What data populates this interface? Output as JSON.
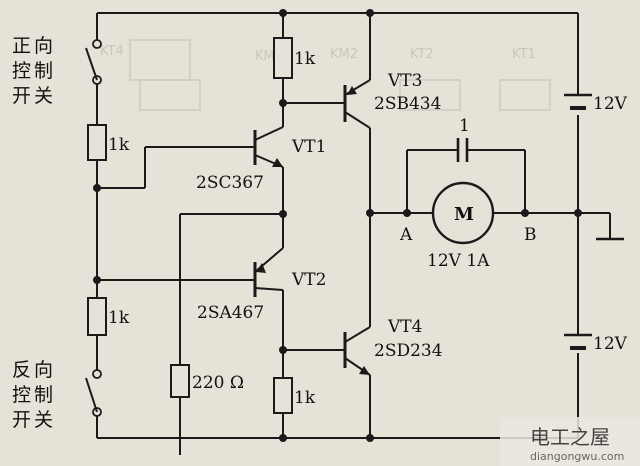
{
  "labels": {
    "forward_switch": [
      "正",
      "向",
      "控",
      "制",
      "开",
      "关"
    ],
    "reverse_switch": [
      "反",
      "向",
      "控",
      "制",
      "开",
      "关"
    ],
    "r_1k_left_top": "1k",
    "r_1k_left_bottom": "1k",
    "r_1k_top": "1k",
    "r_1k_bottom": "1k",
    "r_220": "220 Ω",
    "vt1": "VT1",
    "vt1_part": "2SC367",
    "vt2": "VT2",
    "vt2_part": "2SA467",
    "vt3": "VT3",
    "vt3_part": "2SB434",
    "vt4": "VT4",
    "vt4_part": "2SD234",
    "cap": "1",
    "motor": "M",
    "motor_rating": "12V 1A",
    "node_a": "A",
    "node_b": "B",
    "bat_top": "12V",
    "bat_bottom": "12V"
  },
  "background_text": [
    "KM3",
    "KM2",
    "KT2",
    "KT1",
    "KT4"
  ],
  "watermark": {
    "title": "电工之屋",
    "url": "diangongwu.com"
  }
}
